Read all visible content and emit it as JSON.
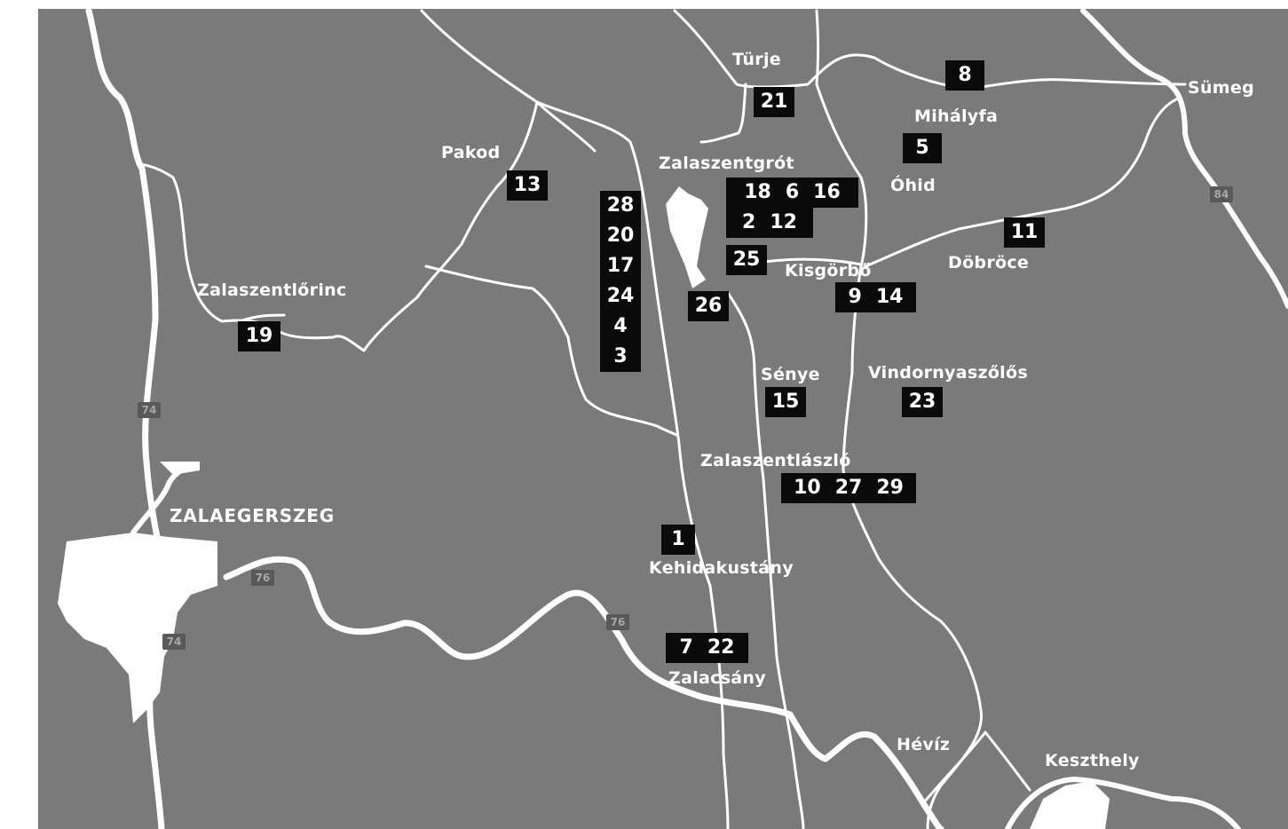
{
  "colors": {
    "background": "#7a7a7a",
    "roads": "#ffffff",
    "marker_bg": "#0a0a0a",
    "marker_text": "#ffffff",
    "shield_bg": "#595959"
  },
  "places": {
    "turje": "Türje",
    "sumeg": "Sümeg",
    "mihalyfa": "Mihályfa",
    "pakod": "Pakod",
    "zalaszentgrot": "Zalaszentgrót",
    "ohid": "Óhid",
    "dobroce": "Döbröce",
    "kisgorbo": "Kisgörbő",
    "zalaszentlorinc": "Zalaszentlőrinc",
    "senye": "Sénye",
    "vindornyaszolos": "Vindornyaszőlős",
    "zalaszentlaszlo": "Zalaszentlászló",
    "zalaegerszeg": "ZALAEGERSZEG",
    "kehidakustany": "Kehidakustány",
    "zalacsany": "Zalacsány",
    "heviz": "Hévíz",
    "keszthely": "Keszthely"
  },
  "markers": {
    "m8": [
      "8"
    ],
    "m21": [
      "21"
    ],
    "m5": [
      "5"
    ],
    "m13": [
      "13"
    ],
    "m18_6_16": [
      "18",
      "6",
      "16"
    ],
    "m2_12": [
      "2",
      "12"
    ],
    "m25": [
      "25"
    ],
    "m11": [
      "11"
    ],
    "m_column": [
      "28",
      "20",
      "17",
      "24",
      "4",
      "3"
    ],
    "m26": [
      "26"
    ],
    "m9_14": [
      "9",
      "14"
    ],
    "m19": [
      "19"
    ],
    "m15": [
      "15"
    ],
    "m23": [
      "23"
    ],
    "m10_27_29": [
      "10",
      "27",
      "29"
    ],
    "m1": [
      "1"
    ],
    "m7_22": [
      "7",
      "22"
    ]
  },
  "road_shields": {
    "s84": "84",
    "s74a": "74",
    "s76a": "76",
    "s74b": "74",
    "s76b": "76"
  }
}
